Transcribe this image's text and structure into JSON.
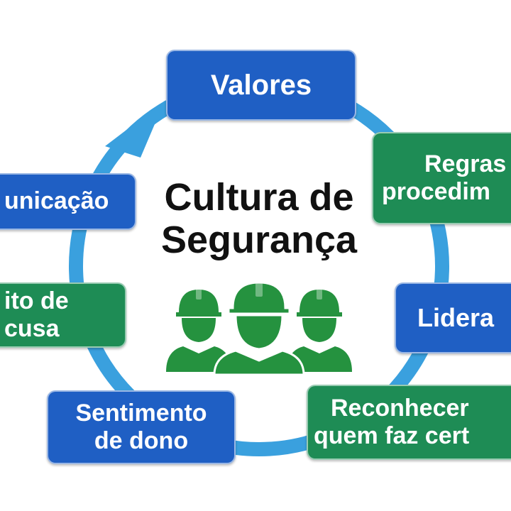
{
  "center": {
    "line1": "Cultura de",
    "line2": "Segurança"
  },
  "nodes": {
    "valores": "Valores",
    "regras_l1": "Regras",
    "regras_l2": "procedim",
    "lideranca": "Lidera",
    "reconhecer_l1": "Reconhecer",
    "reconhecer_l2": "quem faz cert",
    "sentimento_l1": "Sentimento",
    "sentimento_l2": "de dono",
    "cultura_l1": "ito de",
    "cultura_l2": "cusa",
    "comunicacao": "unicação"
  },
  "colors": {
    "blue": "#1f5fc4",
    "green": "#1e8c55",
    "ring": "#3aa0de",
    "workers": "#25923f"
  },
  "icons": [
    "arrow-icon",
    "workers-icon"
  ]
}
